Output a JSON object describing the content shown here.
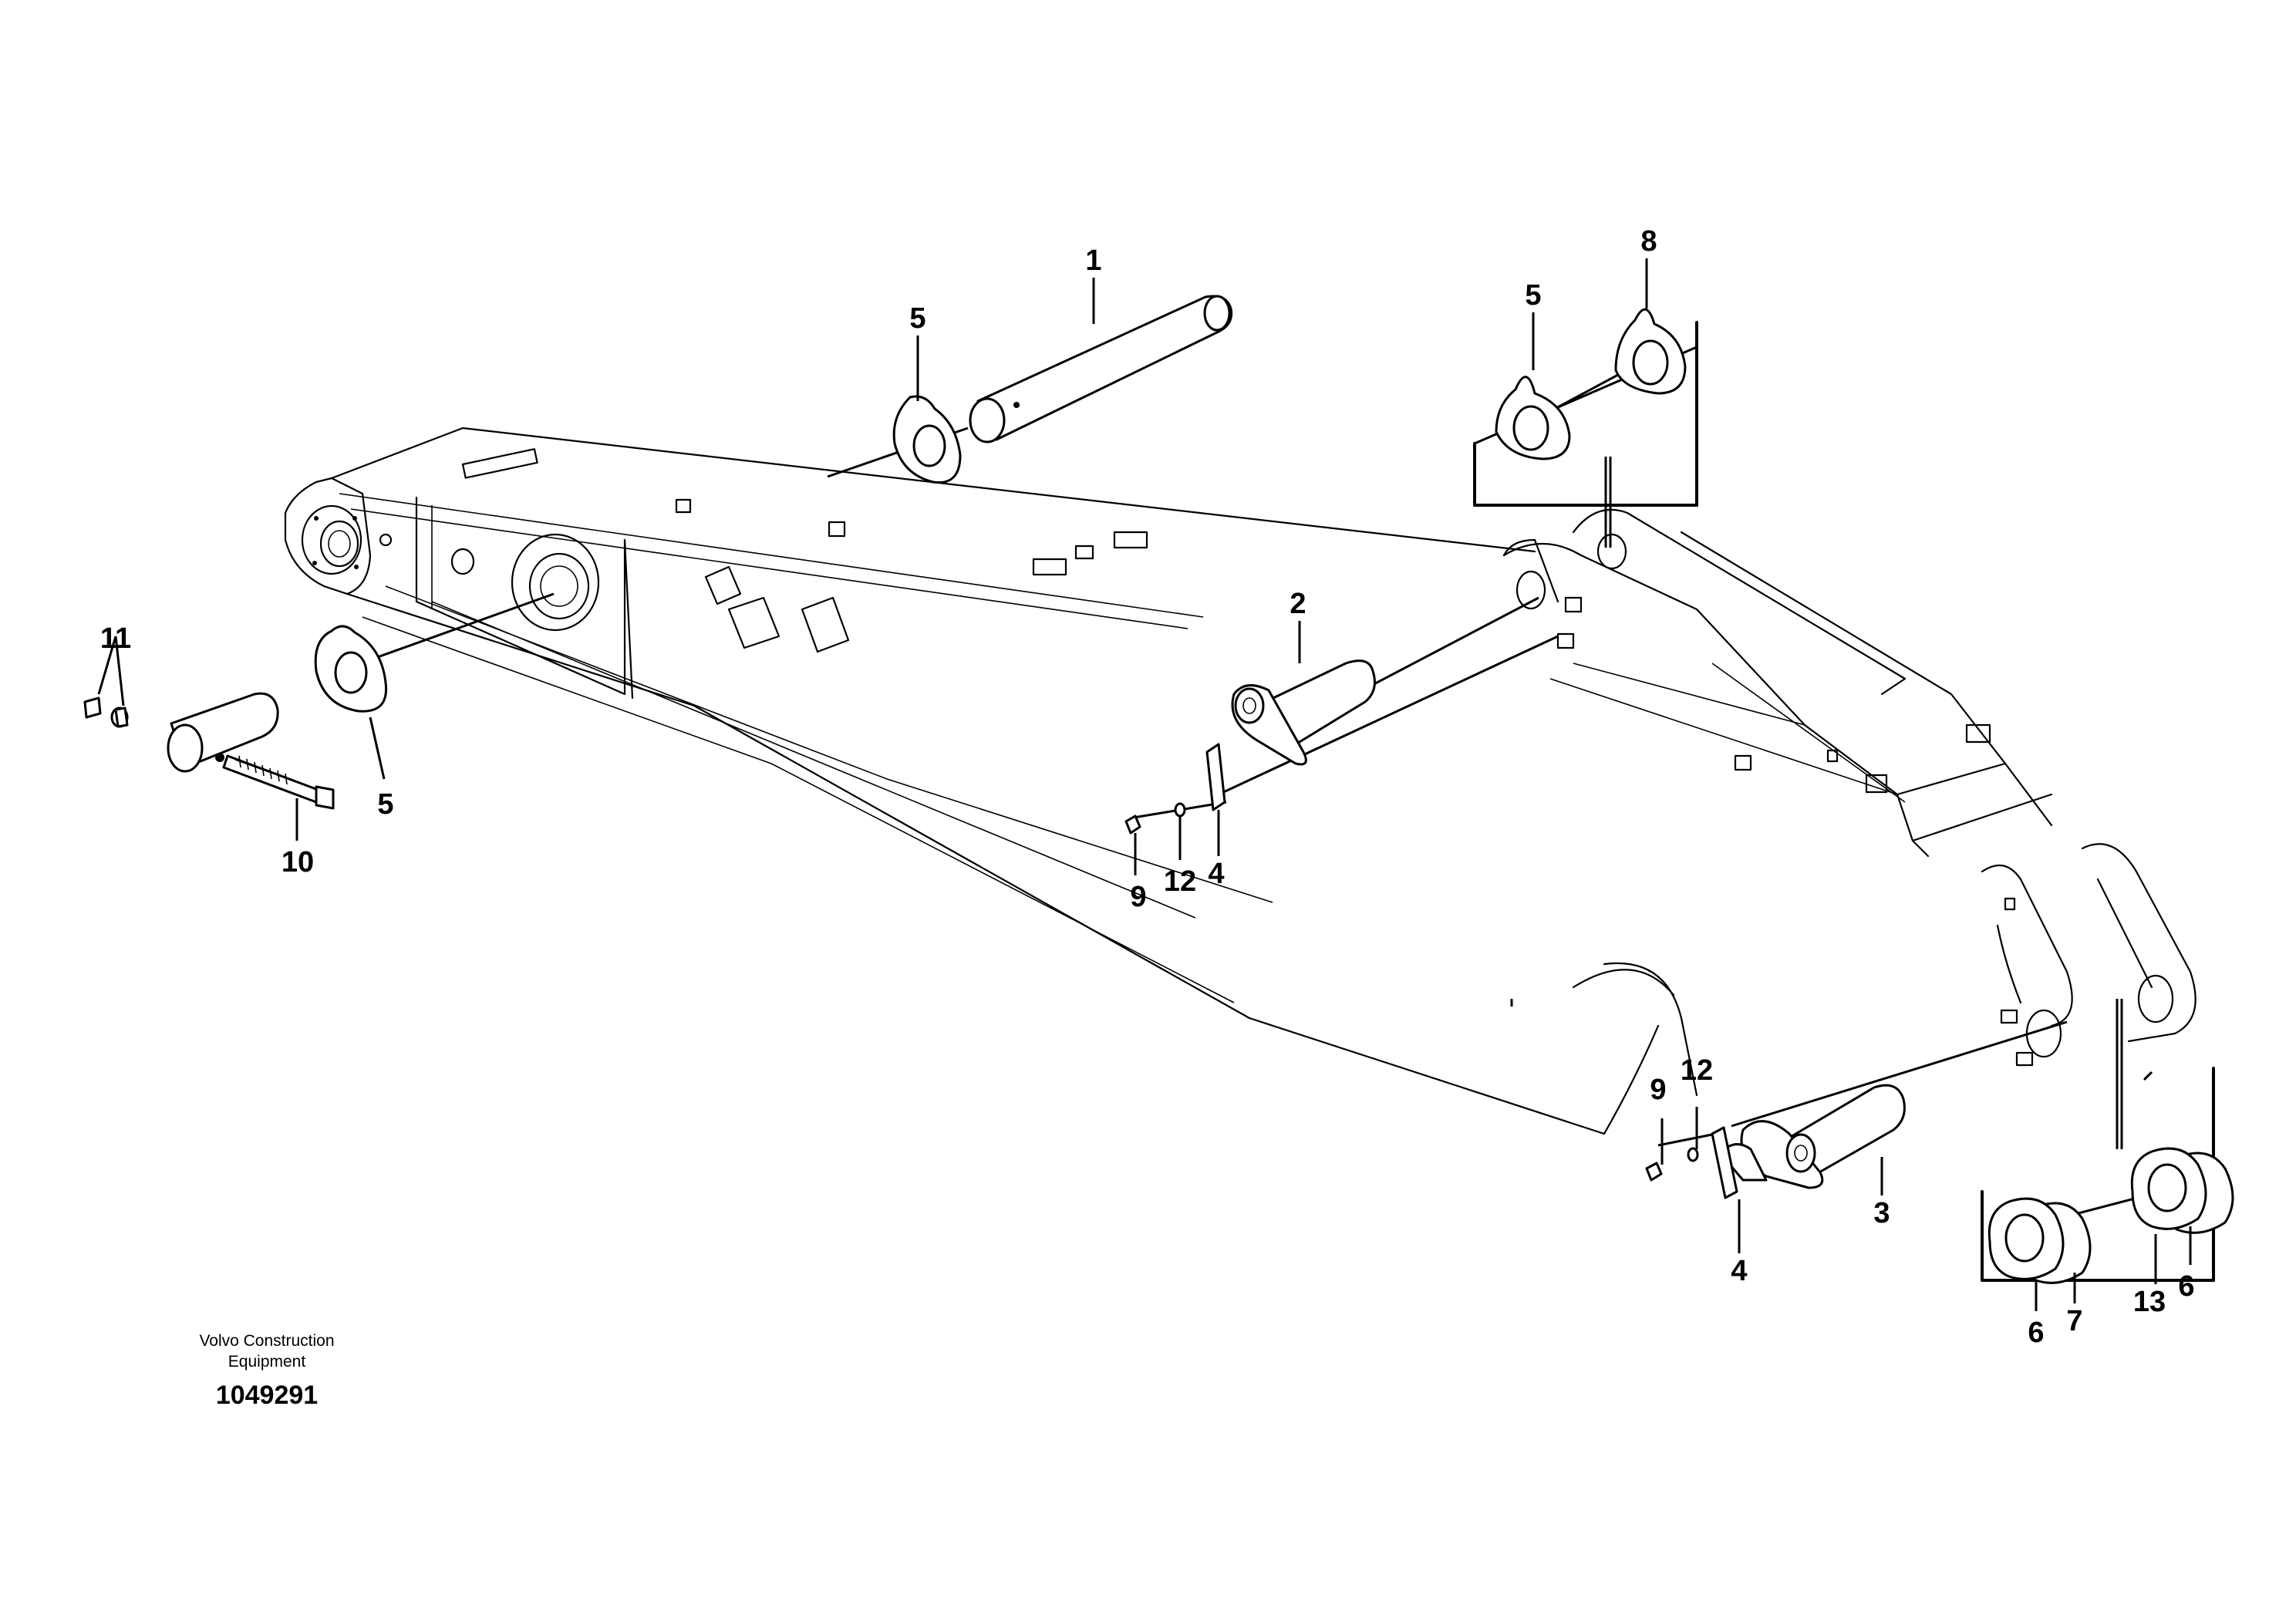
{
  "callouts": {
    "c1": "1",
    "c2": "2",
    "c3": "3",
    "c4a": "4",
    "c4b": "4",
    "c5a": "5",
    "c5b": "5",
    "c5c": "5",
    "c6a": "6",
    "c6b": "6",
    "c7": "7",
    "c8": "8",
    "c9a": "9",
    "c9b": "9",
    "c10": "10",
    "c11": "11",
    "c12a": "12",
    "c12b": "12",
    "c13": "13"
  },
  "footer": {
    "maker_line1": "Volvo Construction",
    "maker_line2": "Equipment",
    "drawing_number": "1049291"
  }
}
